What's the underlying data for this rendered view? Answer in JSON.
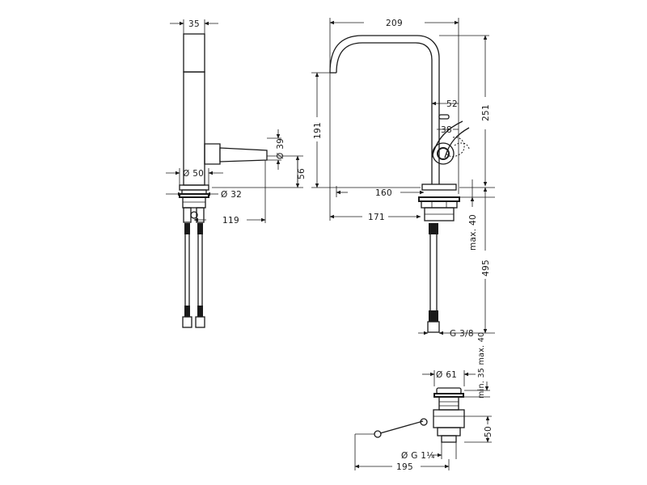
{
  "dimensions": {
    "side_width": "35",
    "side_base_dia": "Ø 50",
    "side_inlet_dia": "Ø 32",
    "side_handle_reach": "119",
    "side_handle_dia": "Ø 39",
    "side_handle_height": "56",
    "front_total_width": "209",
    "front_total_height": "251",
    "front_spout_height": "191",
    "front_spout_reach": "160",
    "front_outer_reach": "171",
    "front_lever_reach": "52",
    "front_lever_offset": "38",
    "front_mount_thickness": "max. 40",
    "front_hose_length": "495",
    "front_thread": "G 3/8",
    "waste_dia": "Ø 61",
    "waste_thickness": "min. 35 max. 40",
    "waste_height": "50",
    "waste_thread": "Ø G 1¼",
    "waste_length": "195"
  }
}
